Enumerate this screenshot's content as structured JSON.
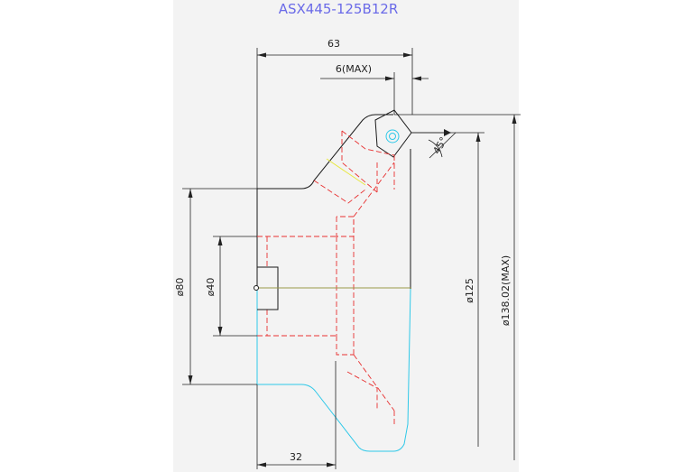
{
  "title": "ASX445-125B12R",
  "dimensions": {
    "overall_width": "63",
    "chip_max": "6(MAX)",
    "angle": "45°",
    "bore_dia": "ø80",
    "hub_dia": "ø40",
    "cutter_dia": "ø125",
    "max_dia": "ø138.02(MAX)",
    "body_height": "32"
  },
  "colors": {
    "background": "#ffffff",
    "canvas": "#f2f2f2",
    "title": "#6a6ae8",
    "dimension_line": "#222222",
    "body_outline": "#1a1a1a",
    "hidden_line": "#e83030",
    "lower_outline": "#2ec8e8",
    "centerline": "#9a9a4a",
    "insert_highlight": "#e8e840"
  }
}
